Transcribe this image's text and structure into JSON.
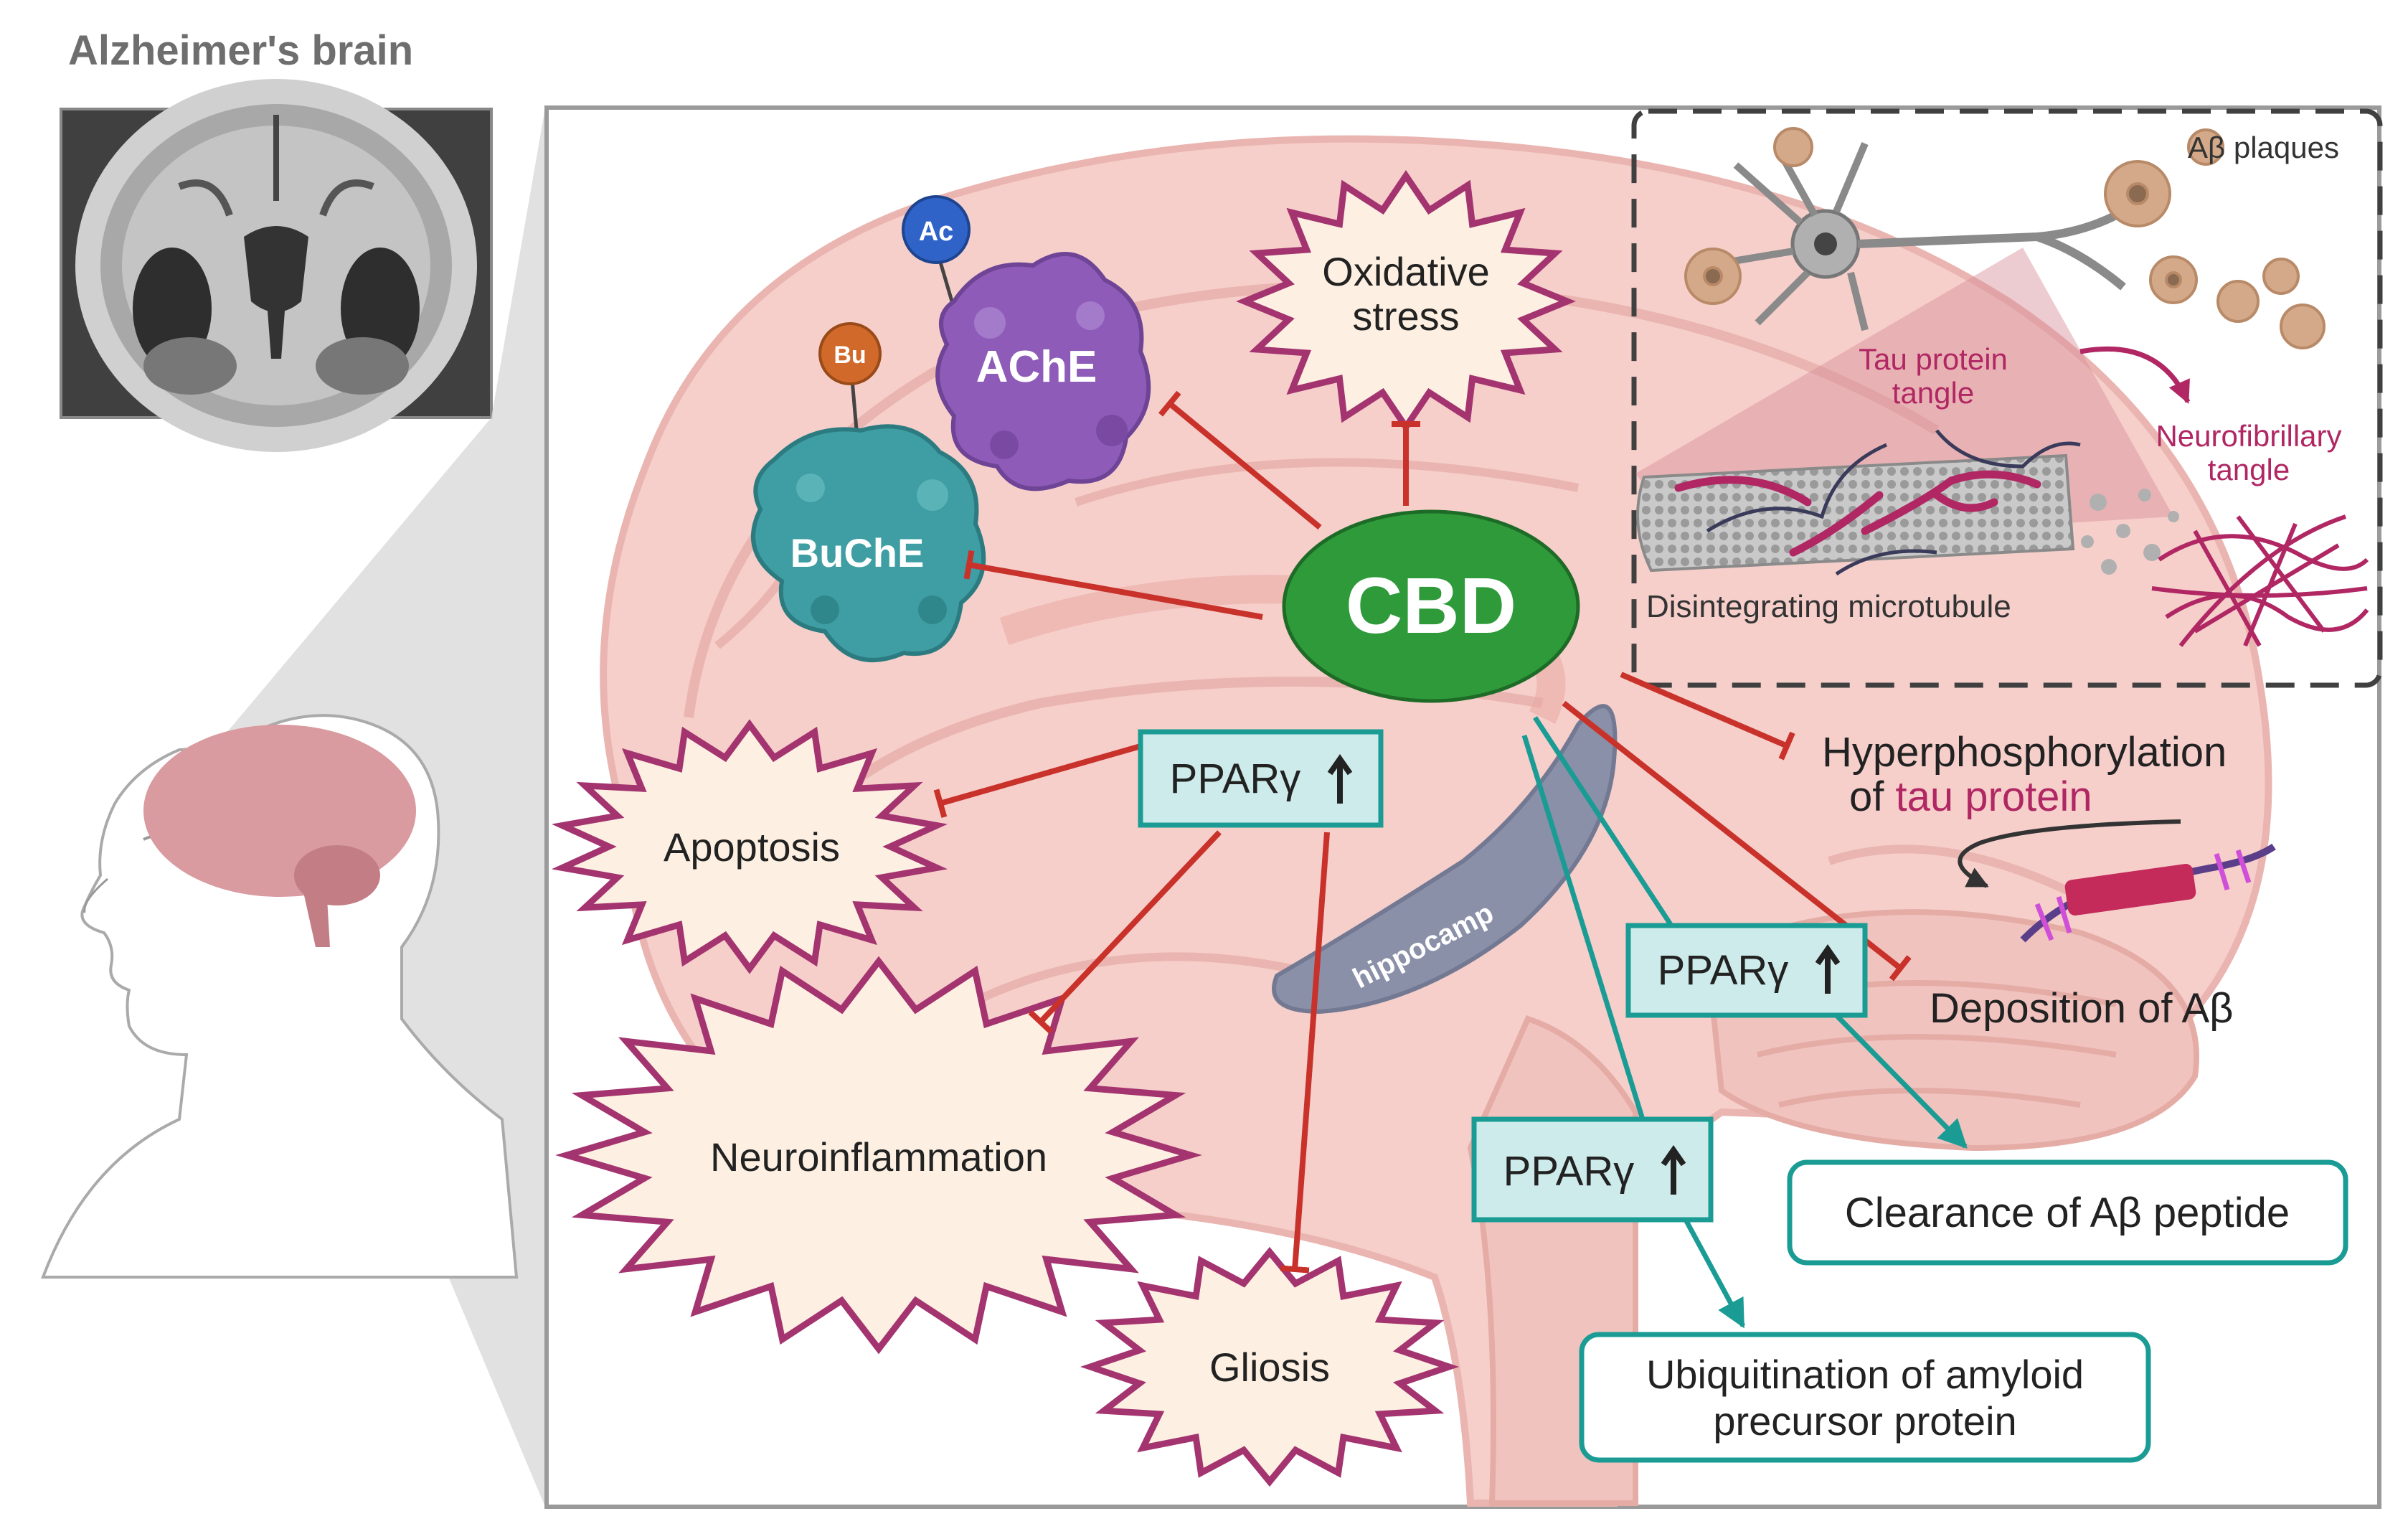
{
  "header": {
    "title": "Alzheimer's brain"
  },
  "center": {
    "label": "CBD"
  },
  "enzymes": [
    {
      "name": "AChE",
      "tag": "Ac"
    },
    {
      "name": "BuChE",
      "tag": "Bu"
    }
  ],
  "stress_nodes": {
    "oxidative": [
      "Oxidative",
      "stress"
    ],
    "apoptosis": "Apoptosis",
    "neuroinflammation": "Neuroinflammation",
    "gliosis": "Gliosis"
  },
  "ppar_label": "PPARγ",
  "effects": {
    "hyperphosphorylation": [
      "Hyperphosphorylation",
      "of ",
      "tau protein"
    ],
    "deposition": "Deposition of Aβ",
    "clearance": "Clearance of Aβ peptide",
    "ubiquitination": [
      "Ubiquitination of amyloid",
      "precursor protein"
    ]
  },
  "brain_labels": {
    "hippocamp": "hippocamp"
  },
  "inset": {
    "plaques": "Aβ plaques",
    "tau_tangle": [
      "Tau protein",
      "tangle"
    ],
    "neurofibrillary": [
      "Neurofibrillary",
      "tangle"
    ],
    "microtubule": "Disintegrating microtubule"
  },
  "colors": {
    "inhibit": "#c8322b",
    "activate": "#1a9c95",
    "cbd": "#2e9a3a",
    "ppar_fill": "#cdebea",
    "starburst_fill": "#fdf0e2",
    "starburst_stroke": "#a3346f",
    "ache": "#8e5cb8",
    "buche": "#3e9ea3",
    "tau": "#b02763"
  }
}
